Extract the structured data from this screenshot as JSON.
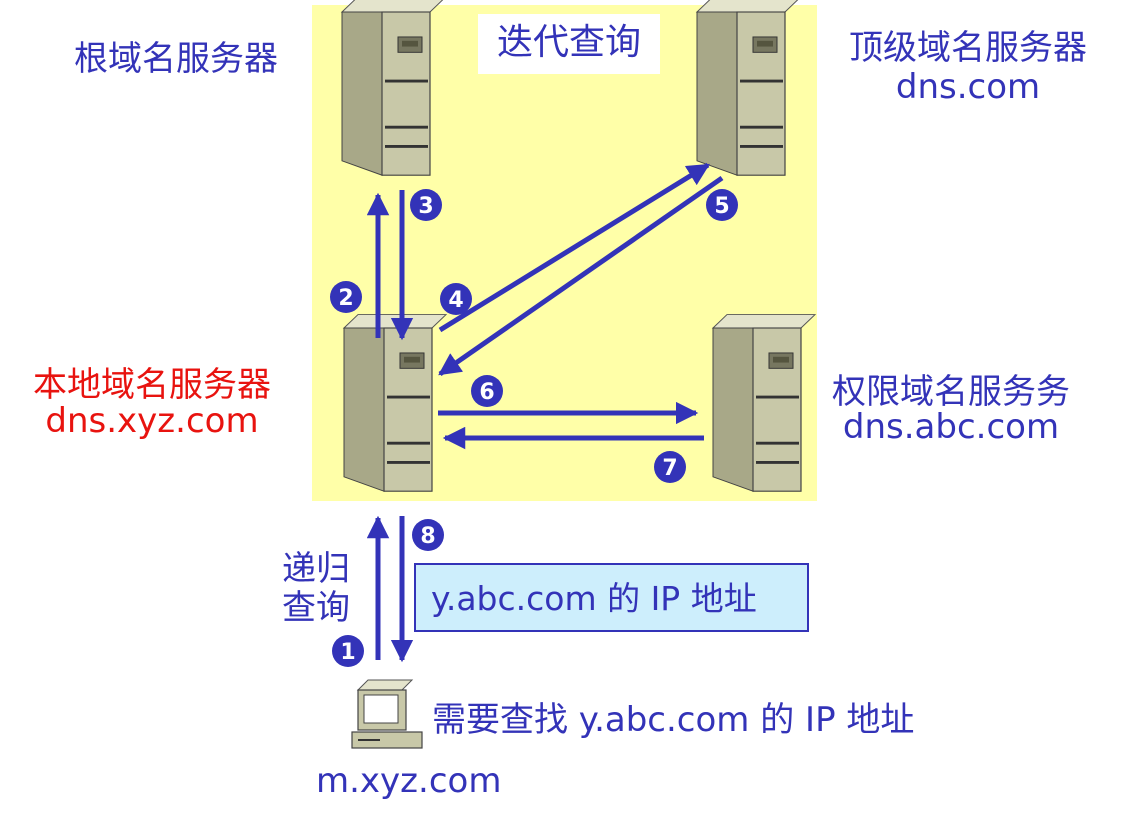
{
  "title": "迭代查询",
  "servers": {
    "root": {
      "label": "根域名服务器"
    },
    "tld": {
      "label": "顶级域名服务器",
      "host": "dns.com"
    },
    "local": {
      "label": "本地域名服务器",
      "host": "dns.xyz.com"
    },
    "auth": {
      "label": "权限域名服务务",
      "host": "dns.abc.com"
    }
  },
  "recursive_label": {
    "line1": "递归",
    "line2": "查询"
  },
  "answer_box": "y.abc.com 的 IP 地址",
  "client": {
    "caption": "需要查找 y.abc.com 的 IP 地址",
    "host": "m.xyz.com"
  },
  "steps": [
    "1",
    "2",
    "3",
    "4",
    "5",
    "6",
    "7",
    "8"
  ],
  "colors": {
    "highlight_bg": "#ffffa8",
    "arrow": "#3333b8",
    "label_blue": "#3333b8",
    "label_red": "#e8130f",
    "answer_bg": "#cdeefc",
    "server_body": "#c8c8a8"
  }
}
